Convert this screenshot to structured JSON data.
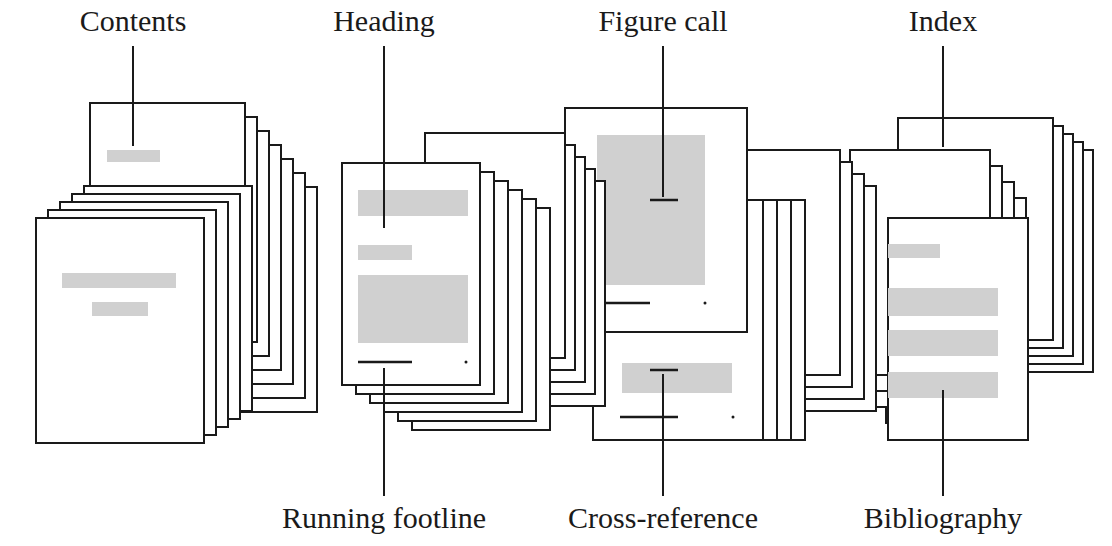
{
  "diagram": {
    "labels": [
      "Contents",
      "Heading",
      "Figure call",
      "Index",
      "Running footline",
      "Cross-reference",
      "Bibliography"
    ]
  }
}
